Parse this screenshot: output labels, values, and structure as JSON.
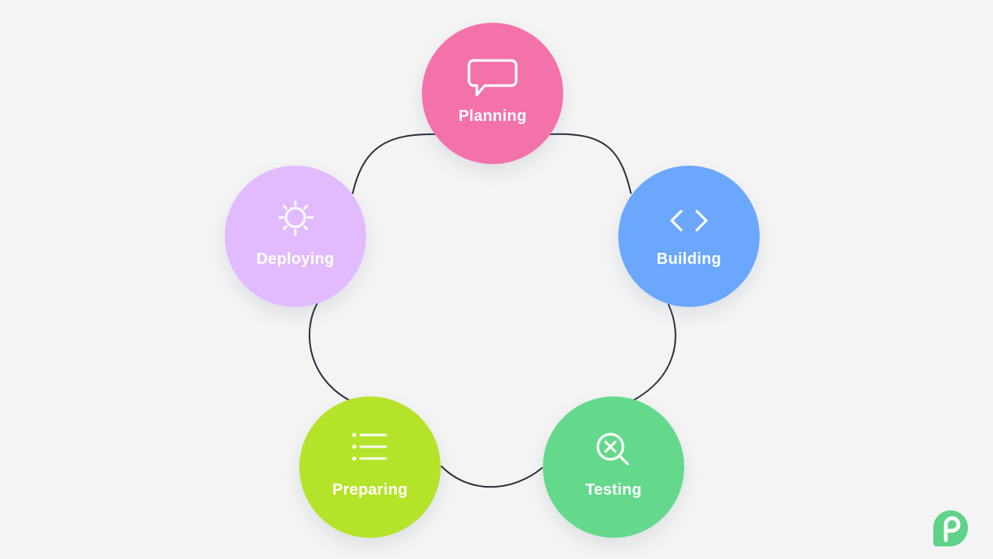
{
  "diagram": {
    "steps": [
      {
        "label": "Planning",
        "icon": "speech-bubble-icon",
        "color": "#f472aa"
      },
      {
        "label": "Building",
        "icon": "code-brackets-icon",
        "color": "#6ba7fd"
      },
      {
        "label": "Testing",
        "icon": "magnifier-x-icon",
        "color": "#64d98c"
      },
      {
        "label": "Preparing",
        "icon": "list-icon",
        "color": "#b5e32a"
      },
      {
        "label": "Deploying",
        "icon": "sun-icon",
        "color": "#e1bbfe"
      }
    ],
    "connector_color": "#2a2d3a",
    "background": "#f4f4f4"
  },
  "brand": {
    "logo_icon": "brand-logo-icon",
    "color": "#5fd38a"
  }
}
